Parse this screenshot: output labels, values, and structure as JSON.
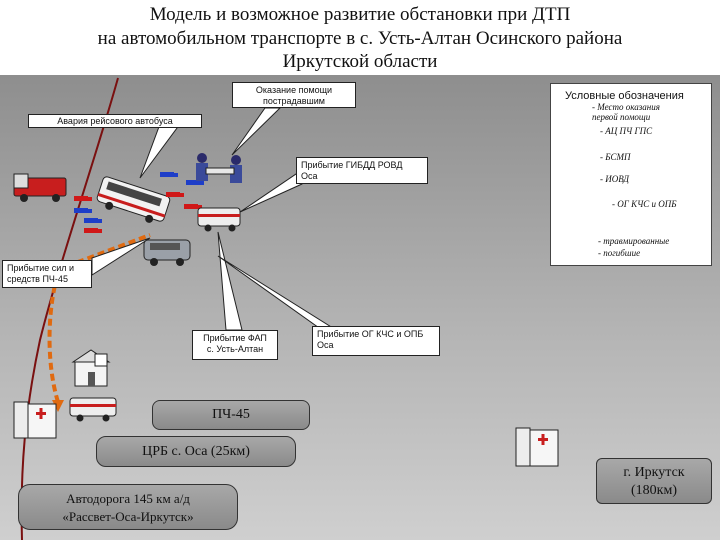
{
  "title": {
    "line1": "Модель и возможное развитие обстановки при ДТП",
    "line2": "на автомобильном транспорте в с. Усть-Алтан Осинского района",
    "line3": "Иркутской  области"
  },
  "callouts": {
    "assistance": [
      "Оказание помощи",
      "пострадавшим"
    ],
    "bus_accident": "Авария рейсового автобуса",
    "gibdd": [
      "Прибытие ГИБДД РОВД",
      "Оса"
    ],
    "pch45": [
      "Прибытие сил и",
      "средств ПЧ-45"
    ],
    "fap": [
      "Прибытие ФАП",
      "с. Усть-Алтан"
    ],
    "og_kchs": [
      "Прибытие ОГ КЧС и ОПБ",
      "Оса"
    ]
  },
  "legend": {
    "title": "Условные обозначения",
    "items": [
      {
        "icon": "first-aid-place-icon",
        "label": [
          "- Место оказания",
          "первой помощи"
        ]
      },
      {
        "icon": "fire-truck-icon",
        "label": [
          "- АЦ  ПЧ  ГПС"
        ]
      },
      {
        "icon": "ambulance-icon",
        "label": [
          "- БСМП"
        ]
      },
      {
        "icon": "police-car-icon",
        "label": [
          "- ИОВД"
        ]
      },
      {
        "icon": "service-car-icon",
        "label": [
          "- ОГ КЧС и ОПБ"
        ]
      },
      {
        "icon": "injured-person-blue-icon",
        "label": [
          "- травмированные"
        ]
      },
      {
        "icon": "injured-person-red-icon",
        "label": [
          "- погибшие"
        ]
      }
    ]
  },
  "boxes": {
    "pch45": "ПЧ-45",
    "crb": "ЦРБ с. Оса (25км)",
    "road": [
      "Автодорога 145 км а/д",
      "«Рассвет-Оса-Иркутск»"
    ],
    "irkutsk": [
      "г. Иркутск",
      "(180км)"
    ]
  },
  "colors": {
    "road": "#7a1010",
    "route": "#e06a10",
    "fire": "#c81e1e",
    "injured": "#1e3ec8",
    "dead": "#d01818"
  }
}
